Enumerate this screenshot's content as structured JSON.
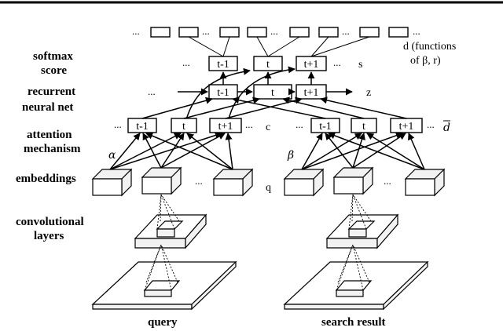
{
  "labels": {
    "softmax": "softmax",
    "score": "score",
    "recurrent": "recurrent",
    "neural_net": "neural net",
    "attention": "attention",
    "mechanism": "mechanism",
    "embeddings": "embeddings",
    "convolutional": "convolutional",
    "layers": "layers",
    "query": "query",
    "search_result": "search result"
  },
  "symbols": {
    "s": "s",
    "z": "z",
    "c": "c",
    "q": "q",
    "d_bar": "d",
    "alpha": "α",
    "beta": "β",
    "d_functions_1": "d (functions",
    "d_functions_2": "of β, r)"
  },
  "cells": {
    "t_minus_1": "t-1",
    "t": "t",
    "t_plus_1": "t+1"
  },
  "ellipsis": "..."
}
